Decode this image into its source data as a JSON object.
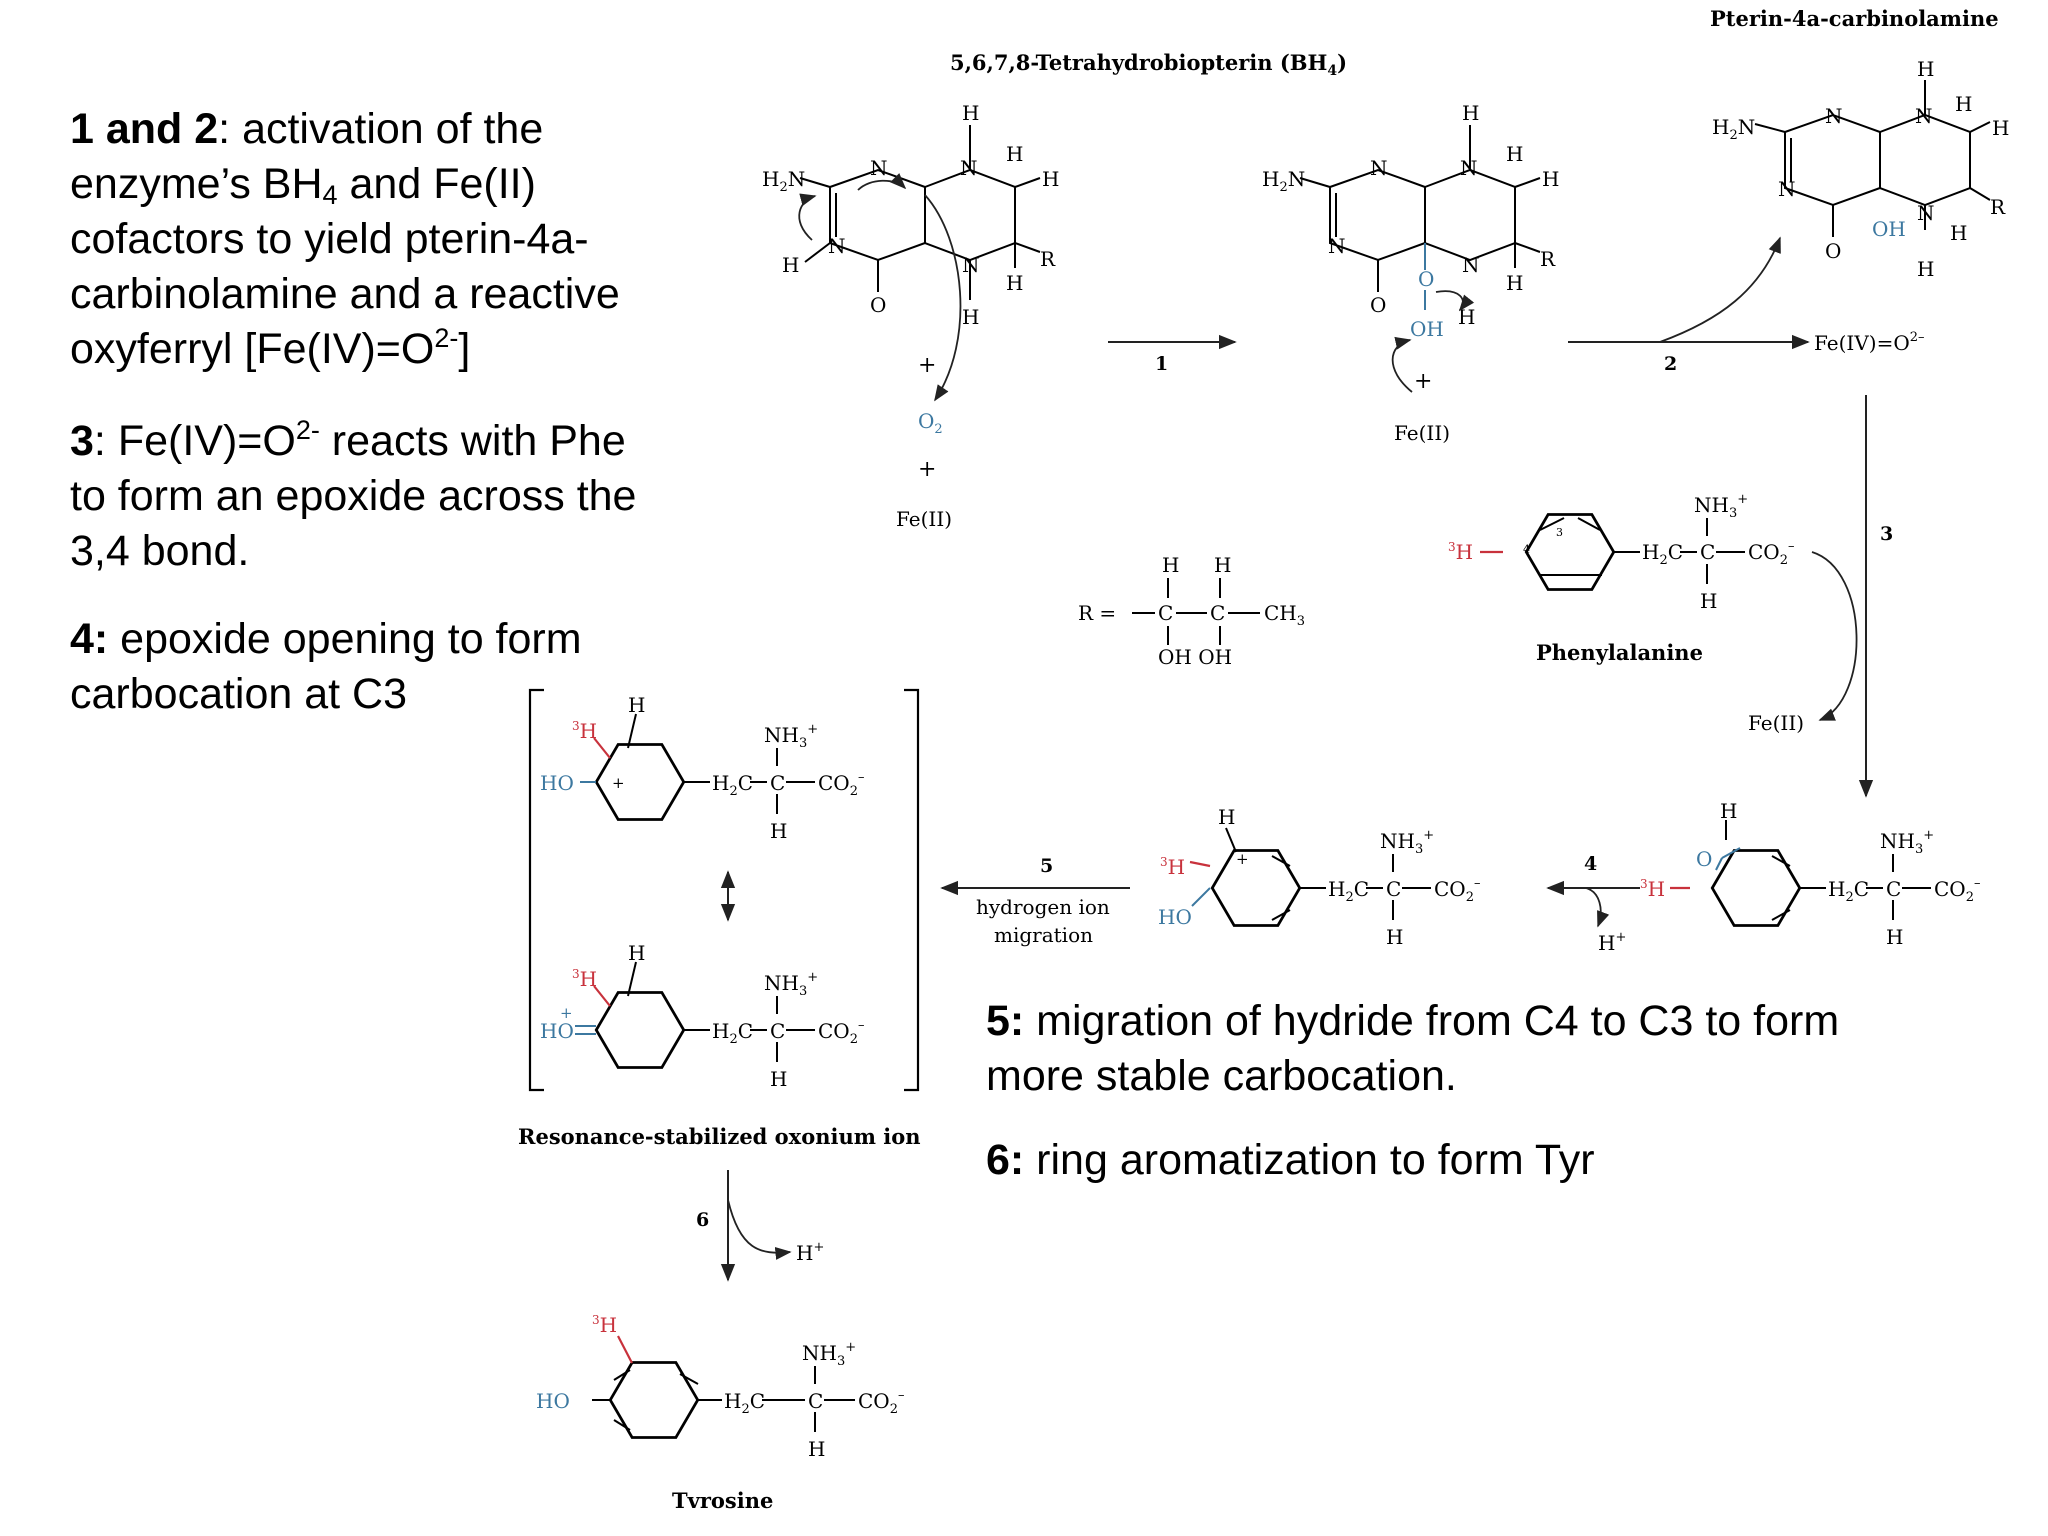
{
  "notes": {
    "n12_label": "1 and 2",
    "n12_line1": ":  activation of the",
    "n12_line2a": "enzyme’s BH",
    "n12_line2sub": "4",
    "n12_line2b": " and Fe(II)",
    "n12_line3": "cofactors to yield pterin-4a-",
    "n12_line4": "carbinolamine and a reactive",
    "n12_line5a": "oxyferryl [Fe(IV)=O",
    "n12_line5sup": "2-",
    "n12_line5b": "]",
    "n3_label": "3",
    "n3_line1a": ": Fe(IV)=O",
    "n3_line1sup": "2-",
    "n3_line1b": " reacts with Phe",
    "n3_line2": "to form an epoxide across the",
    "n3_line3": "3,4 bond.",
    "n4_label": "4:",
    "n4_line1": " epoxide opening to form",
    "n4_line2": "carbocation at C3",
    "n5_label": "5:",
    "n5_line1": " migration of hydride from C4 to C3 to form",
    "n5_line2": "more stable carbocation.",
    "n6_label": "6:",
    "n6_line1": " ring aromatization to form Tyr"
  },
  "labels": {
    "bh4_title": "5,6,7,8-Tetrahydrobiopterin (BH",
    "bh4_sub": "4",
    "bh4_close": ")",
    "pterin_title": "Pterin-4a-carbinolamine",
    "phenylalanine": "Phenylalanine",
    "resonance": "Resonance-stabilized oxonium ion",
    "tyrosine": "Tvrosine",
    "hydrogen_ion": "hydrogen ion",
    "migration": "migration",
    "fe2": "Fe(II)",
    "fe4": "Fe(IV)=O",
    "o2": "O",
    "plus": "+",
    "hplus": "H",
    "r_eq": "R =",
    "ch3": "CH",
    "ohoh": "OH OH"
  },
  "steps": [
    "1",
    "2",
    "3",
    "4",
    "5",
    "6"
  ],
  "colors": {
    "red": "#c8323c",
    "blue": "#3c78a0",
    "arrow": "#222222"
  }
}
